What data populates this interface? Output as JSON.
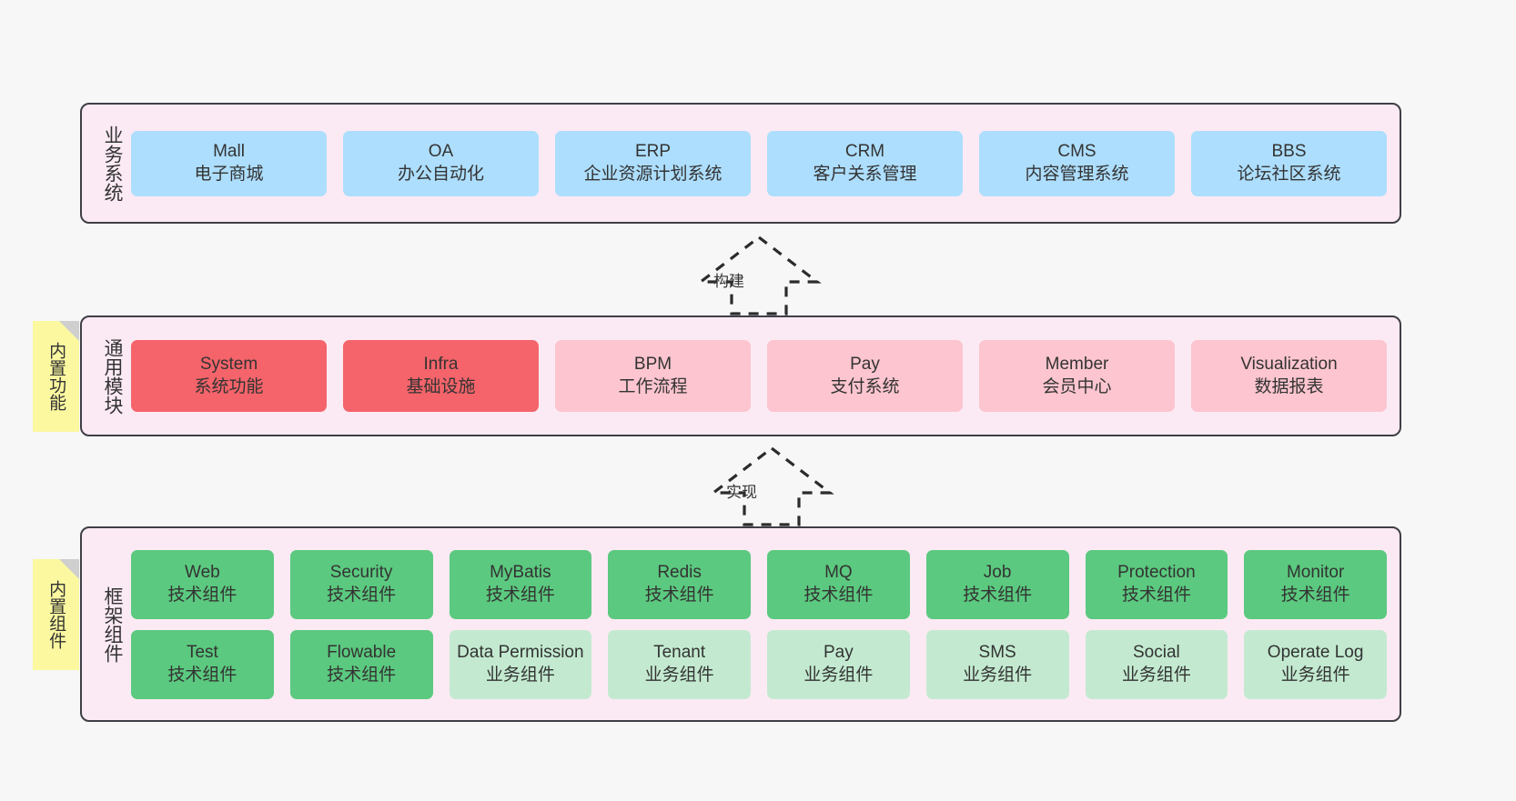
{
  "diagram": {
    "title_layers": {
      "business": "业务系统",
      "modules": "通用模块",
      "framework": "框架组件"
    },
    "notes": [
      {
        "id": "builtin-features",
        "label": "内置功能"
      },
      {
        "id": "builtin-components",
        "label": "内置组件"
      }
    ],
    "arrows": [
      {
        "id": "build",
        "label": "构建",
        "direction": "up",
        "style": "dashed-hollow"
      },
      {
        "id": "implement",
        "label": "实现",
        "direction": "up",
        "style": "dashed-hollow"
      }
    ],
    "colors": {
      "panel_bg": "#fbeaf4",
      "panel_border": "#3f3f46",
      "blue": "#addefd",
      "red": "#f4646a",
      "pink": "#fcc5cf",
      "green": "#5bc97f",
      "green_light": "#c3ead0",
      "note_yellow": "#fbf8a0",
      "page_bg": "#f7f7f7"
    }
  },
  "business_systems": [
    {
      "name": "Mall",
      "sub": "电子商城"
    },
    {
      "name": "OA",
      "sub": "办公自动化"
    },
    {
      "name": "ERP",
      "sub": "企业资源计划系统"
    },
    {
      "name": "CRM",
      "sub": "客户关系管理"
    },
    {
      "name": "CMS",
      "sub": "内容管理系统"
    },
    {
      "name": "BBS",
      "sub": "论坛社区系统"
    }
  ],
  "general_modules": [
    {
      "name": "System",
      "sub": "系统功能",
      "color": "red"
    },
    {
      "name": "Infra",
      "sub": "基础设施",
      "color": "red"
    },
    {
      "name": "BPM",
      "sub": "工作流程",
      "color": "pink"
    },
    {
      "name": "Pay",
      "sub": "支付系统",
      "color": "pink"
    },
    {
      "name": "Member",
      "sub": "会员中心",
      "color": "pink"
    },
    {
      "name": "Visualization",
      "sub": "数据报表",
      "color": "pink"
    }
  ],
  "framework_components": {
    "row1": [
      {
        "name": "Web",
        "sub": "技术组件",
        "color": "green"
      },
      {
        "name": "Security",
        "sub": "技术组件",
        "color": "green"
      },
      {
        "name": "MyBatis",
        "sub": "技术组件",
        "color": "green"
      },
      {
        "name": "Redis",
        "sub": "技术组件",
        "color": "green"
      },
      {
        "name": "MQ",
        "sub": "技术组件",
        "color": "green"
      },
      {
        "name": "Job",
        "sub": "技术组件",
        "color": "green"
      },
      {
        "name": "Protection",
        "sub": "技术组件",
        "color": "green"
      },
      {
        "name": "Monitor",
        "sub": "技术组件",
        "color": "green"
      }
    ],
    "row2": [
      {
        "name": "Test",
        "sub": "技术组件",
        "color": "green"
      },
      {
        "name": "Flowable",
        "sub": "技术组件",
        "color": "green"
      },
      {
        "name": "Data Permission",
        "sub": "业务组件",
        "color": "green-light"
      },
      {
        "name": "Tenant",
        "sub": "业务组件",
        "color": "green-light"
      },
      {
        "name": "Pay",
        "sub": "业务组件",
        "color": "green-light"
      },
      {
        "name": "SMS",
        "sub": "业务组件",
        "color": "green-light"
      },
      {
        "name": "Social",
        "sub": "业务组件",
        "color": "green-light"
      },
      {
        "name": "Operate Log",
        "sub": "业务组件",
        "color": "green-light"
      }
    ]
  }
}
